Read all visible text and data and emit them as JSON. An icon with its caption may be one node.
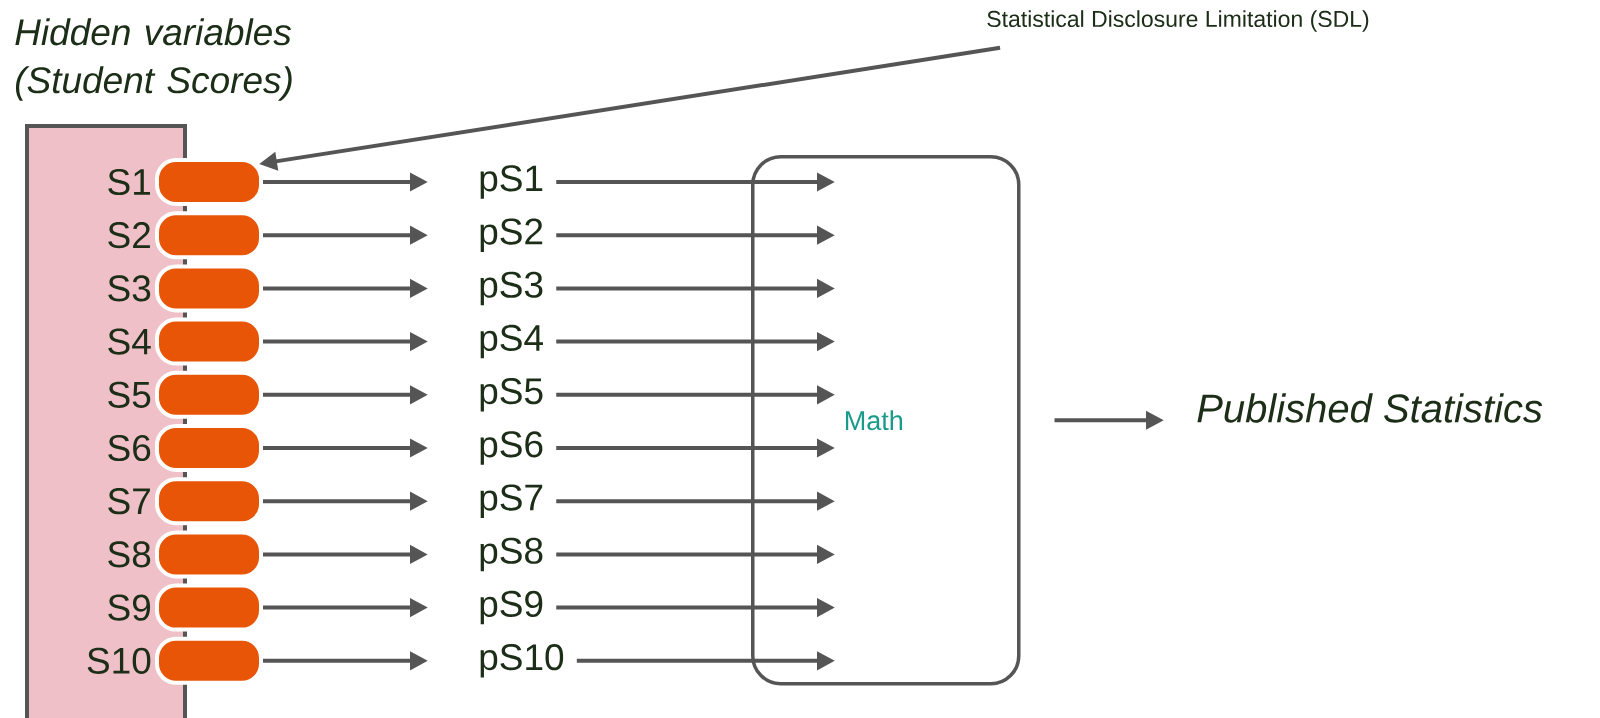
{
  "diagram": {
    "nodes": [
      {
        "text": [
          "Hidden variables (Student Scores)"
        ]
      },
      {
        "text": [
          "Statistical Disclosure Limitation (SDL)"
        ]
      },
      {
        "text": [],
        "shape": "box"
      },
      {
        "text": [],
        "shape": "box"
      },
      {
        "text": [],
        "shape": "box"
      },
      {
        "text": [],
        "shape": "box"
      },
      {
        "text": [],
        "shape": "box"
      },
      {
        "text": [],
        "shape": "box"
      },
      {
        "text": [],
        "shape": "box"
      },
      {
        "text": [],
        "shape": "box"
      },
      {
        "text": [],
        "shape": "box"
      },
      {
        "text": [],
        "shape": "box"
      },
      {
        "text": [
          "pS1"
        ]
      },
      {
        "text": [
          "pS2"
        ]
      },
      {
        "text": [
          "pS3"
        ]
      },
      {
        "text": [
          "pS4"
        ]
      },
      {
        "text": [
          "pS5"
        ]
      },
      {
        "text": [
          "pS6"
        ]
      },
      {
        "text": [
          "pS7"
        ]
      },
      {
        "text": [
          "pS8"
        ]
      },
      {
        "text": [
          "pS9"
        ]
      },
      {
        "text": [
          "pS10"
        ]
      },
      {
        "text": [
          "Math"
        ]
      },
      {
        "text": [
          "Published Statistics"
        ]
      }
    ],
    "edges": [
      {
        "from": 1,
        "to": 2,
        "arrow": "to"
      },
      {
        "from": 2,
        "to": 12,
        "arrow": "to"
      },
      {
        "from": 3,
        "to": 13,
        "arrow": "to"
      },
      {
        "from": 4,
        "to": 14,
        "arrow": "to"
      },
      {
        "from": 5,
        "to": 15,
        "arrow": "to"
      },
      {
        "from": 6,
        "to": 16,
        "arrow": "to"
      },
      {
        "from": 7,
        "to": 17,
        "arrow": "to"
      },
      {
        "from": 8,
        "to": 18,
        "arrow": "to"
      },
      {
        "from": 9,
        "to": 19,
        "arrow": "to"
      },
      {
        "from": 10,
        "to": 20,
        "arrow": "to"
      },
      {
        "from": 11,
        "to": 21,
        "arrow": "to"
      },
      {
        "from": 12,
        "to": 22,
        "arrow": "to"
      },
      {
        "from": 13,
        "to": 22,
        "arrow": "to"
      },
      {
        "from": 14,
        "to": 22,
        "arrow": "to"
      },
      {
        "from": 15,
        "to": 22,
        "arrow": "to"
      },
      {
        "from": 16,
        "to": 22,
        "arrow": "to"
      },
      {
        "from": 17,
        "to": 22,
        "arrow": "to"
      },
      {
        "from": 18,
        "to": 22,
        "arrow": "to"
      },
      {
        "from": 19,
        "to": 22,
        "arrow": "to"
      },
      {
        "from": 20,
        "to": 22,
        "arrow": "to"
      },
      {
        "from": 21,
        "to": 22,
        "arrow": "to"
      },
      {
        "from": 22,
        "to": 23,
        "arrow": "to"
      }
    ],
    "labels": [
      "S1",
      "S2",
      "S3",
      "S4",
      "S5",
      "S6",
      "S7",
      "S8",
      "S9",
      "S10"
    ]
  }
}
